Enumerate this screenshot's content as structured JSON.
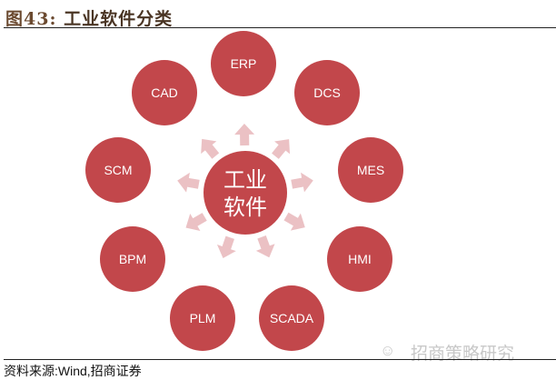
{
  "title": {
    "figure": "图43:",
    "text": "工业软件分类"
  },
  "center": {
    "line1": "工业",
    "line2": "软件"
  },
  "nodes": [
    "ERP",
    "DCS",
    "MES",
    "HMI",
    "SCADA",
    "PLM",
    "BPM",
    "SCM",
    "CAD"
  ],
  "source": "资料来源:Wind,招商证券",
  "watermark": "招商策略研究",
  "colors": {
    "circle": "#c2474b",
    "arrow": "#ebc1c4",
    "center_text": "#ffffff"
  }
}
